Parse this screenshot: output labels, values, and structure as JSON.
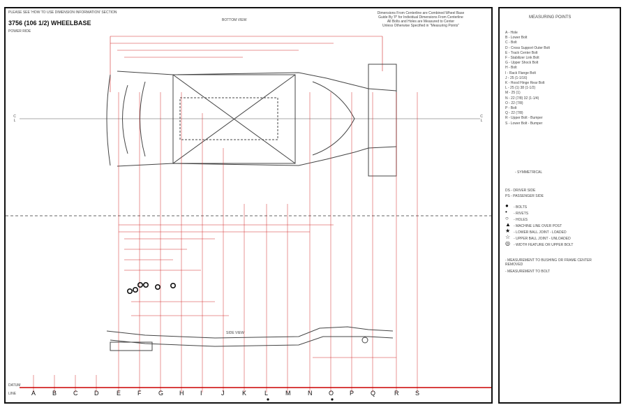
{
  "header": {
    "top_note": "PLEASE SEE 'HOW TO USE DIMENSION INFORMATION' SECTION",
    "title": "3756 (106 1/2) WHEELBASE",
    "subtitle": "POWER RIDE",
    "notes": "Dimensions From Centerline are Combined Wheel Base\nGuide By 'P' for Individual Dimensions From Centerline\nAll Bolts and Holes are Measured to Center\nUnless Otherwise Specified in \"Measuring Points\""
  },
  "views": {
    "bottom": "BOTTOM VIEW",
    "side": "SIDE VIEW",
    "centerline_left": "C\nL",
    "centerline_right": "C\nL"
  },
  "datum": {
    "datum_label": "DATUM",
    "line_label": "LINE",
    "letters": [
      "A",
      "B",
      "C",
      "D",
      "E",
      "F",
      "G",
      "H",
      "I",
      "J",
      "K",
      "L",
      "M",
      "N",
      "O",
      "P",
      "Q",
      "R",
      "S"
    ]
  },
  "legend": {
    "title": "MEASURING POINTS",
    "points": [
      "A - Hole",
      "B - Lower Bolt",
      "C - Bolt",
      "D - Cross Support Outer Bolt",
      "E - Track Center Bolt",
      "F - Stabilizer Link Bolt",
      "G - Upper Shock Bolt",
      "H - Bolt",
      "I - Rack Flange Bolt",
      "J - 25 (1-1/16)",
      "K - Hood Hinge Rear Bolt",
      "L - 25 (1) 38 (1-1/2)",
      "M - 25 (1)",
      "N - 22 (7/8) 32 (1-1/4)",
      "O - 22 (7/8)",
      "P - Bolt",
      "Q - 22 (7/8)",
      "R - Upper Bolt - Bumper",
      "S - Lower Bolt - Bumper"
    ],
    "symmetry": "- SYMMETRICAL",
    "sides": [
      "DS - DRIVER SIDE",
      "PS - PASSENGER SIDE"
    ],
    "symbols": [
      {
        "icon": "filled-circle",
        "label": "- BOLTS"
      },
      {
        "icon": "filled-small-circle",
        "label": "- RIVETS"
      },
      {
        "icon": "open-circle",
        "label": "- HOLES"
      },
      {
        "icon": "filled-triangle",
        "label": "- MACHINE LINE OVER POST"
      },
      {
        "icon": "filled-star",
        "label": "- LOWER BALL JOINT - LOADED"
      },
      {
        "icon": "open-star",
        "label": "- UPPER BALL JOINT - UNLOADED"
      },
      {
        "icon": "ring-circle",
        "label": "- WIDTH FEATURE OR UPPER BOLT"
      }
    ],
    "measurement_notes": [
      "- MEASUREMENT TO BUSHING OR FRAME CENTER REMOVED",
      "- MEASUREMENT TO BOLT"
    ]
  },
  "colors": {
    "dimension": "#d42a2a",
    "frame": "#444444",
    "datum_line": "#cc0000",
    "border": "#111111"
  }
}
